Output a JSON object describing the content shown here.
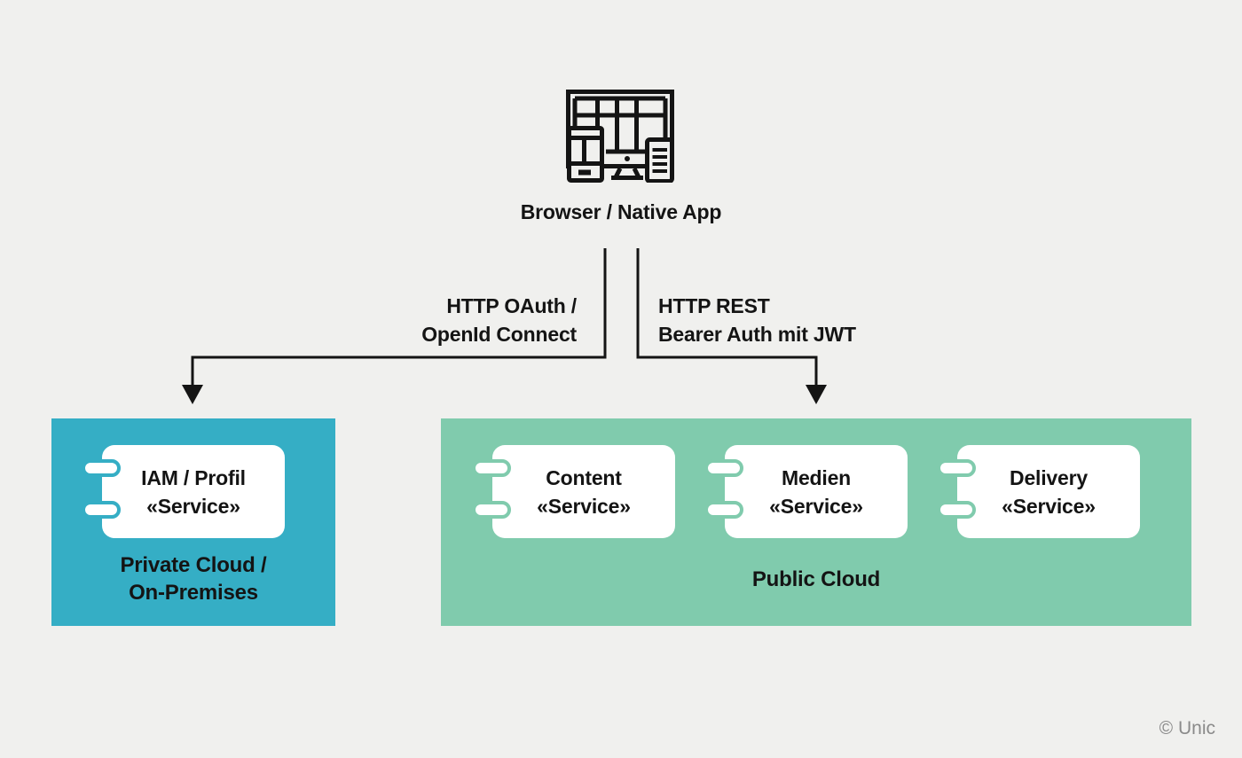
{
  "canvas": {
    "background": "#F0F0EE",
    "text_color": "#141414"
  },
  "client": {
    "label": "Browser / Native App",
    "icon": "browser-native-app-devices-icon"
  },
  "connections": {
    "oauth": {
      "line1": "HTTP OAuth /",
      "line2": "OpenId Connect",
      "target": "private-cloud"
    },
    "rest": {
      "line1": "HTTP REST",
      "line2": "Bearer Auth mit JWT",
      "target": "public-cloud"
    }
  },
  "zones": {
    "private": {
      "color": "#35AEC5",
      "label_line1": "Private Cloud /",
      "label_line2": "On-Premises",
      "components": [
        {
          "line1": "IAM / Profil",
          "line2": "«Service»"
        }
      ]
    },
    "public": {
      "color": "#80CBAD",
      "label_line1": "Public Cloud",
      "components": [
        {
          "line1": "Content",
          "line2": "«Service»"
        },
        {
          "line1": "Medien",
          "line2": "«Service»"
        },
        {
          "line1": "Delivery",
          "line2": "«Service»"
        }
      ]
    }
  },
  "footer": {
    "copyright": "© Unic"
  }
}
